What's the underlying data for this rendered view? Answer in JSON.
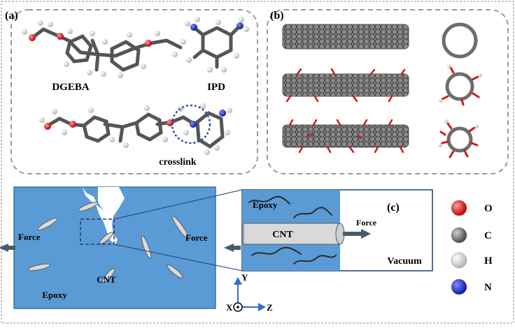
{
  "panels": {
    "a": {
      "label": "(a)",
      "molecule_labels": {
        "dgeba": "DGEBA",
        "ipd": "IPD",
        "crosslink": "crosslink"
      }
    },
    "b": {
      "label": "(b)"
    },
    "c": {
      "label": "(c)",
      "epoxy_label": "Epoxy",
      "cnt_label": "CNT",
      "force_label": "Force",
      "vacuum_label": "Vacuum"
    }
  },
  "simulation": {
    "force_left": "Force",
    "force_right": "Force",
    "epoxy_label": "Epoxy",
    "cnt_label": "CNT",
    "colors": {
      "epoxy": "#5b9bd5",
      "cnt": "#d9d9d9"
    }
  },
  "axes": {
    "y": "Y",
    "x": "X",
    "z": "Z"
  },
  "legend": {
    "items": [
      {
        "symbol": "O",
        "color": "#e11d1d"
      },
      {
        "symbol": "C",
        "color": "#7a7a7a"
      },
      {
        "symbol": "H",
        "color": "#eeeeee"
      },
      {
        "symbol": "N",
        "color": "#1c2fd6"
      }
    ]
  }
}
